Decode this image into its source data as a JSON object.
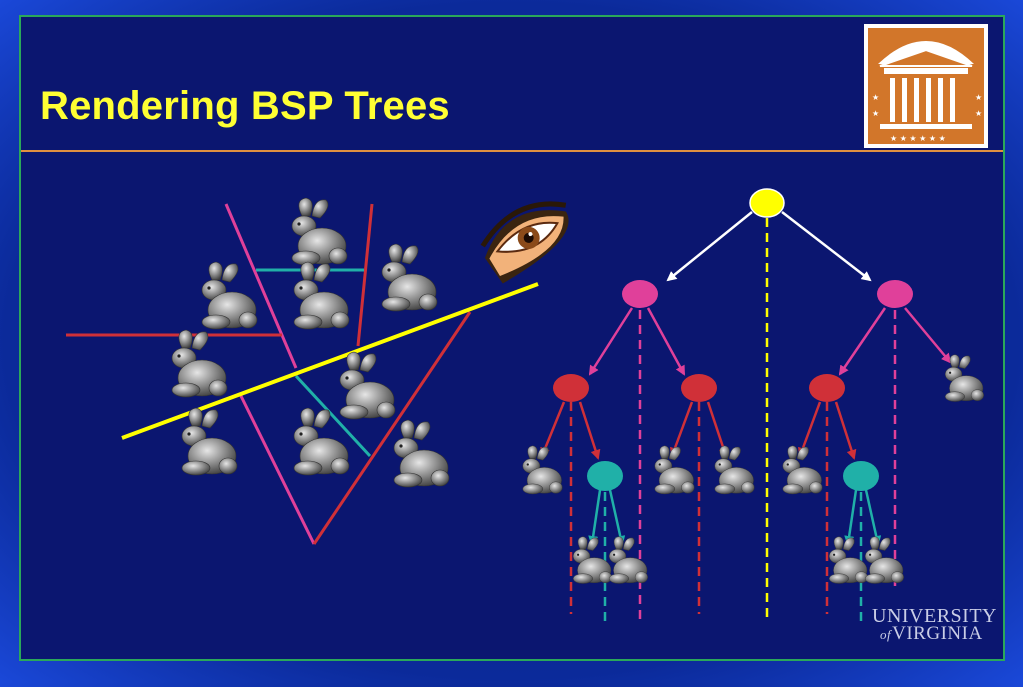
{
  "slide": {
    "title": "Rendering BSP Trees",
    "university": {
      "line1": "UNIVERSITY",
      "line2": "VIRGINIA",
      "of": "of"
    }
  },
  "colors": {
    "title": "#ffff33",
    "frame_green": "#2aa85a",
    "rule_orange": "#e09040",
    "yellow": "#ffff00",
    "pink": "#e0409a",
    "red": "#d03038",
    "teal": "#20b0a8",
    "logo_orange": "#d2762a"
  },
  "icons": {
    "logo": "rotunda-logo",
    "eye": "eye-icon",
    "bunny": "bunny-icon"
  }
}
